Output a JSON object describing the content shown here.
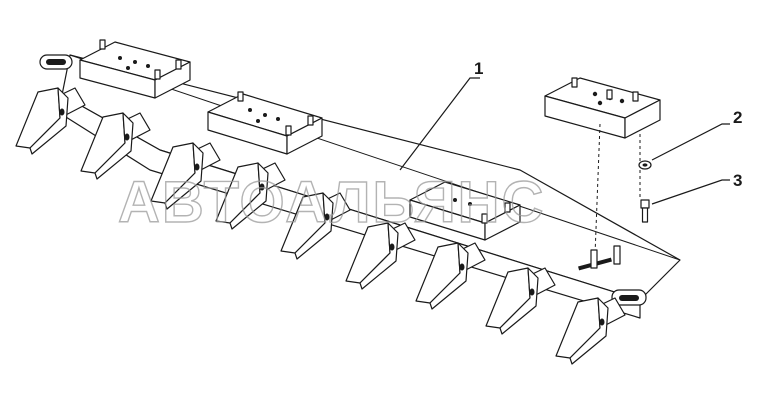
{
  "callouts": [
    {
      "id": "1",
      "label": "1"
    },
    {
      "id": "2",
      "label": "2"
    },
    {
      "id": "3",
      "label": "3"
    }
  ],
  "watermark": "АВТОАЛЬЯНС",
  "colors": {
    "line": "#1a1a1a",
    "background": "#ffffff",
    "watermark": "#9a9a9a"
  }
}
